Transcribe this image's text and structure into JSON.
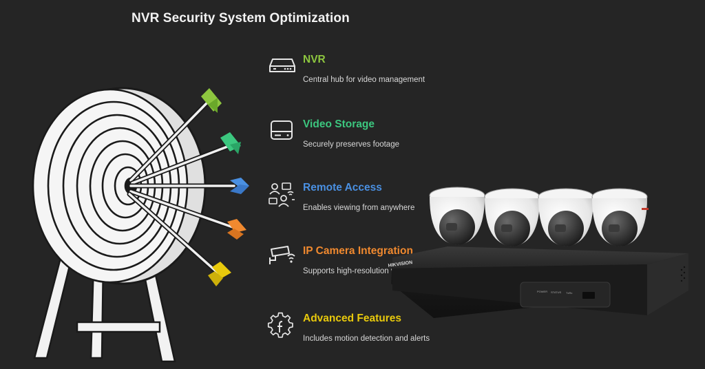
{
  "title": "NVR Security System Optimization",
  "colors": {
    "background": "#252525",
    "nvr": "#8dc63f",
    "storage": "#3cc77f",
    "remote": "#4a90e2",
    "ipcam": "#f0892f",
    "advanced": "#e8c90c"
  },
  "features": [
    {
      "label": "NVR",
      "description": "Central hub for video management",
      "icon": "nvr-device-icon",
      "color": "#8dc63f"
    },
    {
      "label": "Video Storage",
      "description": "Securely preserves footage",
      "icon": "hard-drive-icon",
      "color": "#3cc77f"
    },
    {
      "label": "Remote Access",
      "description": "Enables viewing from anywhere",
      "icon": "remote-users-icon",
      "color": "#4a90e2"
    },
    {
      "label": "IP Camera Integration",
      "description": "Supports high-resolution video",
      "icon": "cctv-camera-icon",
      "color": "#f0892f"
    },
    {
      "label": "Advanced Features",
      "description": "Includes motion detection and alerts",
      "icon": "settings-gear-icon",
      "color": "#e8c90c"
    }
  ],
  "hardware": {
    "brand": "HIKVISION",
    "indicators": [
      "POWER",
      "STATUS",
      "TxRx"
    ]
  }
}
